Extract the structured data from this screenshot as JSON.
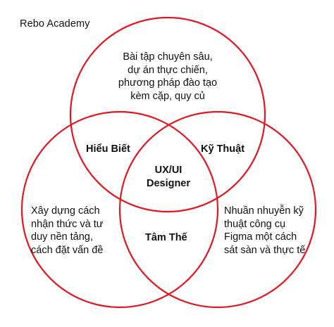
{
  "brand": "Rebo Academy",
  "colors": {
    "circle_stroke": "#e4171f",
    "text": "#111111",
    "background": "#ffffff"
  },
  "circles": {
    "top": {
      "lines": [
        "Bài tập chuyên sâu,",
        "dự án thực chiến,",
        "phương pháp đào tạo",
        "kèm cặp, quy củ"
      ]
    },
    "left": {
      "lines": [
        "Xây dựng cách",
        "nhận thức và tư",
        "duy nền tảng,",
        "cách đặt vấn đề"
      ]
    },
    "right": {
      "lines": [
        "Nhuần nhuyễn kỹ",
        "thuật công cụ",
        "Figma một cách",
        "sát sàn và thực tế"
      ]
    }
  },
  "overlaps": {
    "top_left": "Hiểu Biết",
    "top_right": "Kỹ Thuật",
    "left_right": "Tâm Thế",
    "center_lines": [
      "UX/UI",
      "Designer"
    ]
  }
}
